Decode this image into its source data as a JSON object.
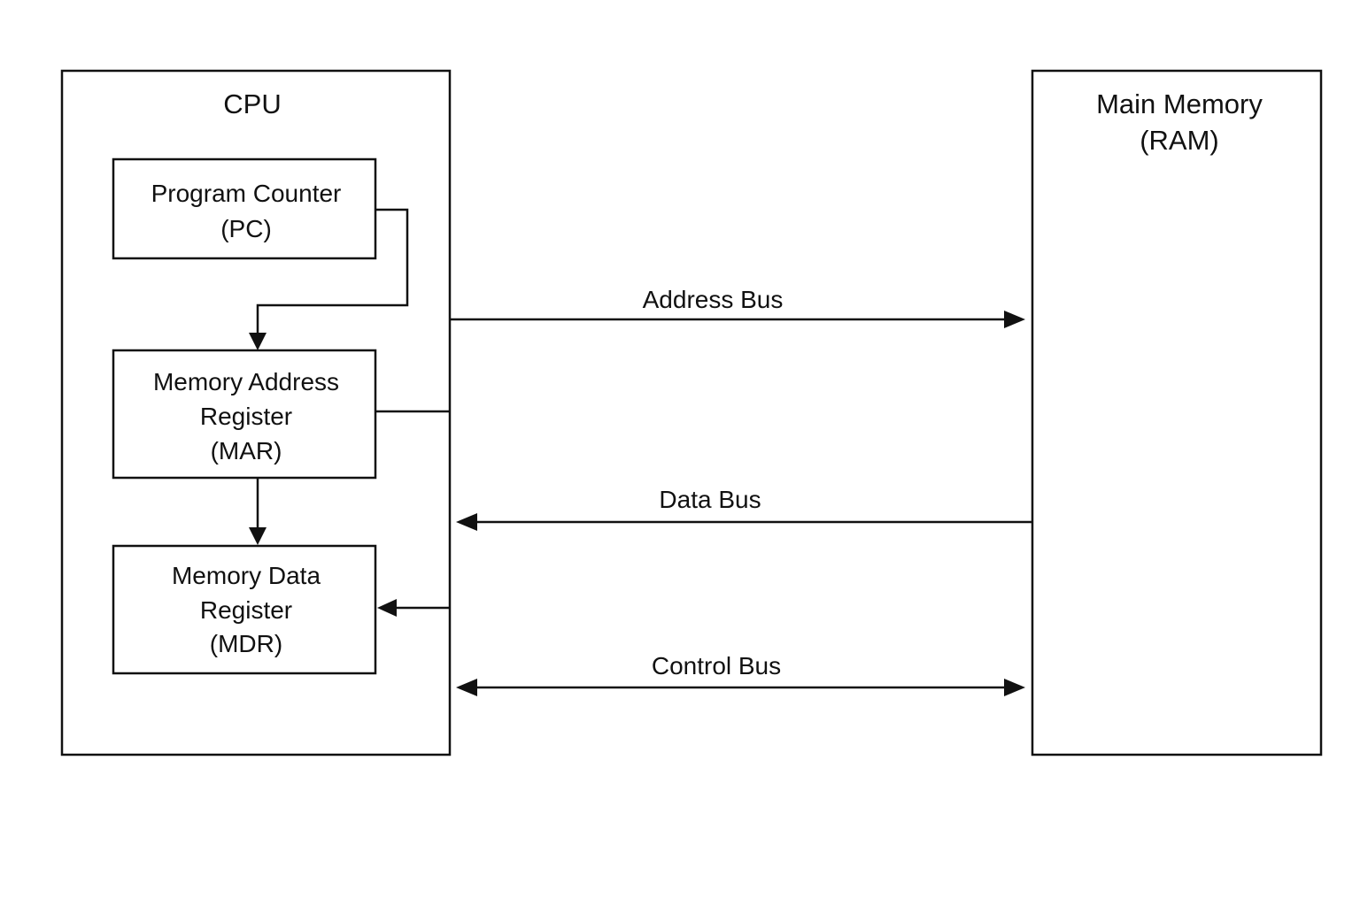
{
  "cpu": {
    "title": "CPU",
    "pc": {
      "line1": "Program Counter",
      "line2": "(PC)"
    },
    "mar": {
      "line1": "Memory Address",
      "line2": "Register",
      "line3": "(MAR)"
    },
    "mdr": {
      "line1": "Memory Data",
      "line2": "Register",
      "line3": "(MDR)"
    }
  },
  "memory": {
    "line1": "Main Memory",
    "line2": "(RAM)"
  },
  "buses": {
    "address": "Address Bus",
    "data": "Data Bus",
    "control": "Control Bus"
  }
}
